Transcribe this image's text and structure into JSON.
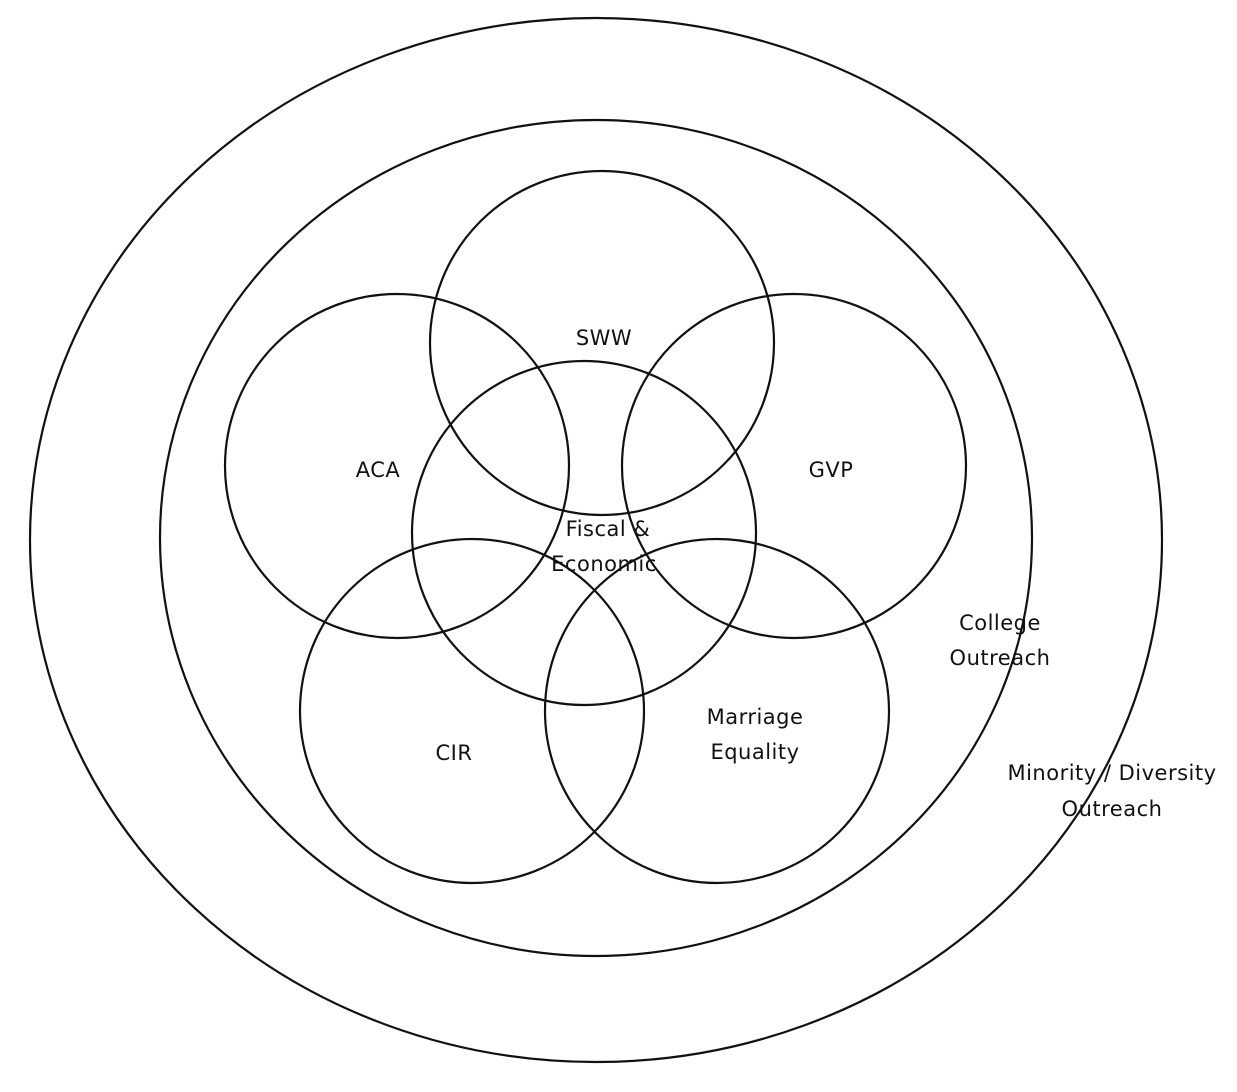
{
  "diagram": {
    "outer_ring": {
      "label_line1": "Minority / Diversity",
      "label_line2": "Outreach"
    },
    "inner_ring": {
      "label_line1": "College",
      "label_line2": "Outreach"
    },
    "circles": {
      "sww": {
        "label": "SWW"
      },
      "aca": {
        "label": "ACA"
      },
      "gvp": {
        "label": "GVP"
      },
      "center": {
        "label_line1": "Fiscal &",
        "label_line2": "Economic"
      },
      "cir": {
        "label": "CIR"
      },
      "marriage": {
        "label_line1": "Marriage",
        "label_line2": "Equality"
      }
    }
  }
}
